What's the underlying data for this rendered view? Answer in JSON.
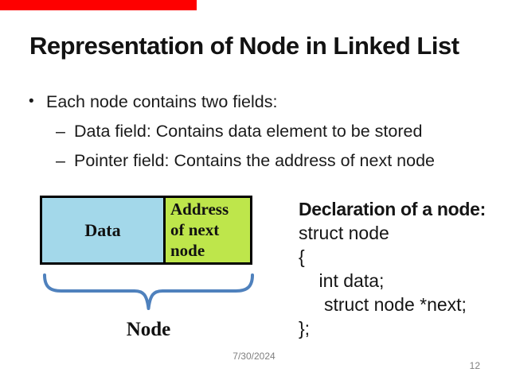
{
  "slide": {
    "title": "Representation of Node in Linked List"
  },
  "accents": {
    "top_bar_color": "#fe0000",
    "text_color": "#141414",
    "footer_gray": "#7f7f7f"
  },
  "bullets": {
    "level1_marker": "•",
    "level2_marker": "–",
    "items": [
      {
        "level": 1,
        "text": "Each node contains two fields:"
      },
      {
        "level": 2,
        "text": "Data field: Contains data element to be stored"
      },
      {
        "level": 2,
        "text": "Pointer field: Contains the address of next node"
      }
    ]
  },
  "diagram": {
    "data_label": "Data",
    "address_label": "Address\nof next\nnode",
    "node_label": "Node",
    "data_cell_color": "#a3d8ea",
    "address_cell_color": "#bee64b",
    "border_color": "#000000",
    "brace_color": "#4f81bd"
  },
  "declaration": {
    "title": "Declaration of a node:",
    "lines": [
      "struct node",
      "{",
      "    int data;",
      "     struct node *next;",
      "};"
    ]
  },
  "footer": {
    "date": "7/30/2024",
    "page_number": "12"
  }
}
